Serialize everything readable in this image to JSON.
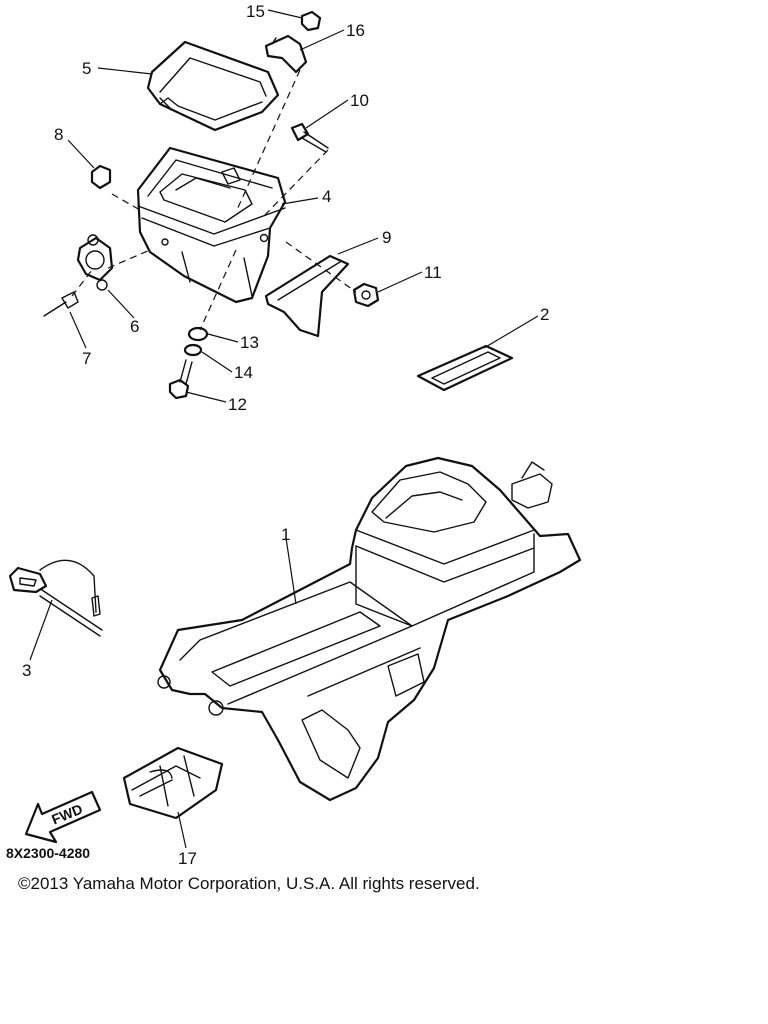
{
  "diagram": {
    "callouts": [
      "1",
      "2",
      "3",
      "4",
      "5",
      "6",
      "7",
      "8",
      "9",
      "10",
      "11",
      "12",
      "13",
      "14",
      "15",
      "16",
      "17"
    ],
    "direction_arrow": "FWD",
    "drawing_code": "8X2300-4280",
    "copyright": "©2013 Yamaha Motor Corporation, U.S.A. All rights reserved."
  }
}
